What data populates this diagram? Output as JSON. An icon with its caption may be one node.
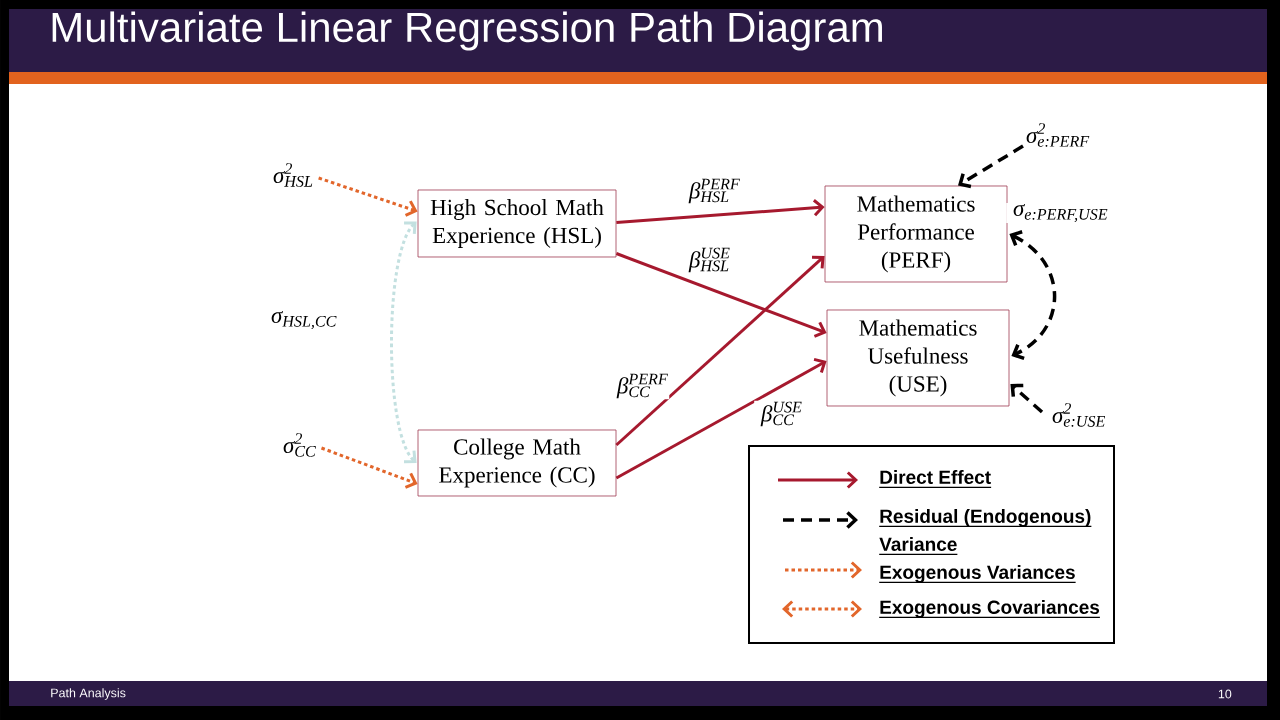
{
  "diagram": {
    "title": "Multivariate Linear Regression Path Diagram",
    "nodes": [
      {
        "text": [
          "σ$^{2}$$_{HSL}$"
        ]
      },
      {
        "text": [
          "High School Math Experience (HSL)"
        ]
      },
      {
        "text": [
          "σ$^{2}$$_{CC}$"
        ]
      },
      {
        "text": [
          "College Math Experience (CC)"
        ]
      },
      {
        "text": [
          "Mathematics Performance (PERF)"
        ]
      },
      {
        "text": [
          "Mathematics Usefulness (USE)"
        ]
      },
      {
        "text": [
          "σ$^{2}$$_{e:PERF}$"
        ]
      },
      {
        "text": [
          "σ$^{2}$$_{e:USE}$"
        ]
      }
    ],
    "edges": [
      {
        "from": 0,
        "to": 1,
        "arrow": "to",
        "style": "dashed",
        "color": "#e2662b"
      },
      {
        "from": 2,
        "to": 3,
        "arrow": "to",
        "style": "dashed",
        "color": "#e2662b"
      },
      {
        "from": 1,
        "to": 3,
        "arrow": "both",
        "label": "σ$_{HSL,CC}$",
        "style": "dashed",
        "color": "#c3e0e0"
      },
      {
        "from": 1,
        "to": 4,
        "arrow": "to",
        "label": "β$^{PERF}$$_{HSL}$"
      },
      {
        "from": 1,
        "to": 5,
        "arrow": "to",
        "label": "β$^{USE}$$_{HSL}$"
      },
      {
        "from": 3,
        "to": 4,
        "arrow": "to",
        "label": "β$^{PERF}$$_{CC}$"
      },
      {
        "from": 3,
        "to": 5,
        "arrow": "to",
        "label": "β$^{USE}$$_{CC}$"
      },
      {
        "from": 6,
        "to": 4,
        "arrow": "to",
        "style": "dashed",
        "color": "#000000"
      },
      {
        "from": 4,
        "to": 5,
        "arrow": "both",
        "label": "σ$_{e:PERF,USE}$",
        "style": "dashed",
        "color": "#000000"
      },
      {
        "from": 7,
        "to": 5,
        "arrow": "to",
        "style": "dashed",
        "color": "#000000"
      }
    ],
    "labels": [
      "Path Analysis",
      "10"
    ],
    "legend": [
      {
        "text": "Direct Effect"
      },
      {
        "text": "Residual (Endogenous) Variance"
      },
      {
        "text": "Exogenous Variances"
      },
      {
        "text": "Exogenous Covariances"
      }
    ]
  }
}
